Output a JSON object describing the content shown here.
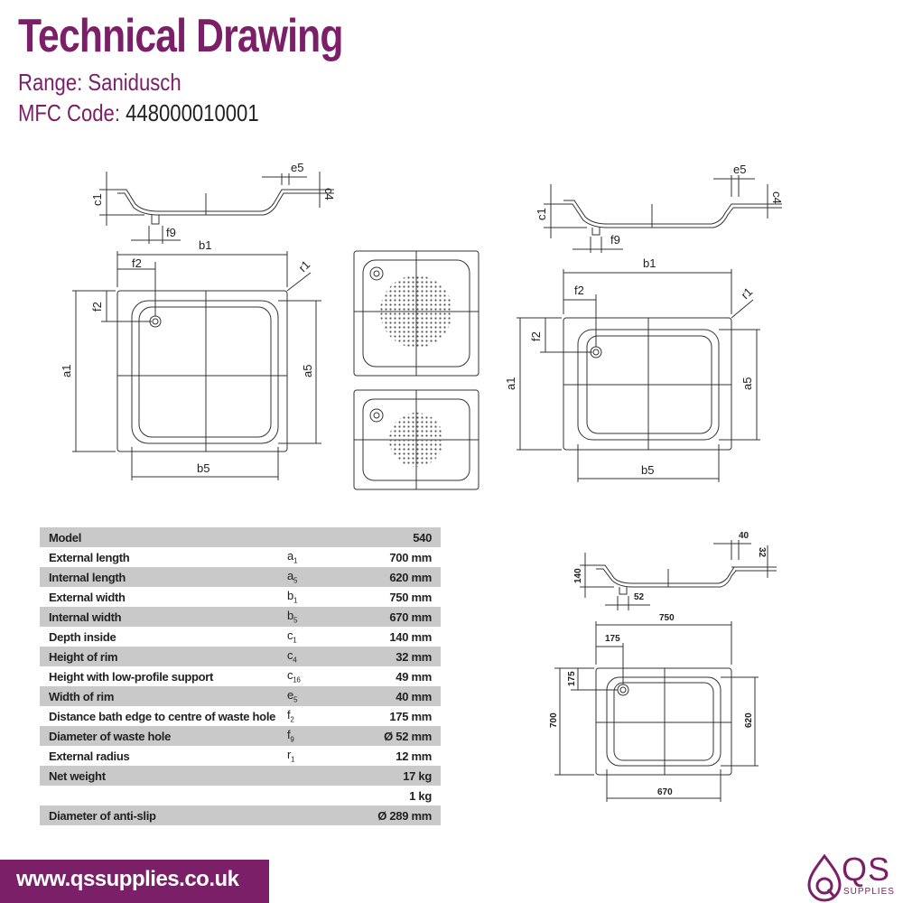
{
  "header": {
    "title": "Technical Drawing",
    "range_label": "Range:",
    "range_value": "Sanidusch",
    "mfc_label": "MFC Code:",
    "mfc_value": "448000010001"
  },
  "drawing_labels": {
    "c1": "c1",
    "c4": "c4",
    "e5": "e5",
    "f9": "f9",
    "b1": "b1",
    "b5": "b5",
    "f2": "f2",
    "a1": "a1",
    "a5": "a5",
    "r1": "r1"
  },
  "small_drawing": {
    "dim_40": "40",
    "dim_32": "32",
    "dim_140": "140",
    "dim_52": "52",
    "dim_750": "750",
    "dim_175a": "175",
    "dim_175b": "175",
    "dim_700": "700",
    "dim_620": "620",
    "dim_670": "670"
  },
  "spec_table": [
    {
      "label": "Model",
      "sym": "",
      "sub": "",
      "value": "540"
    },
    {
      "label": "External length",
      "sym": "a",
      "sub": "1",
      "value": "700 mm"
    },
    {
      "label": "Internal length",
      "sym": "a",
      "sub": "5",
      "value": "620 mm"
    },
    {
      "label": "External width",
      "sym": "b",
      "sub": "1",
      "value": "750 mm"
    },
    {
      "label": "Internal width",
      "sym": "b",
      "sub": "5",
      "value": "670 mm"
    },
    {
      "label": "Depth inside",
      "sym": "c",
      "sub": "1",
      "value": "140 mm"
    },
    {
      "label": "Height of rim",
      "sym": "c",
      "sub": "4",
      "value": "32 mm"
    },
    {
      "label": "Height with low-profile support",
      "sym": "c",
      "sub": "16",
      "value": "49 mm"
    },
    {
      "label": "Width of rim",
      "sym": "e",
      "sub": "5",
      "value": "40 mm"
    },
    {
      "label": "Distance bath edge to centre of waste hole",
      "sym": "f",
      "sub": "2",
      "value": "175 mm"
    },
    {
      "label": "Diameter of waste hole",
      "sym": "f",
      "sub": "9",
      "value": "Ø 52 mm"
    },
    {
      "label": "External radius",
      "sym": "r",
      "sub": "1",
      "value": "12 mm"
    },
    {
      "label": "Net weight",
      "sym": "",
      "sub": "",
      "value": "17 kg"
    },
    {
      "label": "",
      "sym": "",
      "sub": "",
      "value": "1 kg"
    },
    {
      "label": "Diameter of anti-slip",
      "sym": "",
      "sub": "",
      "value": "Ø 289 mm"
    }
  ],
  "footer": {
    "url": "www.qssupplies.co.uk"
  },
  "logo": {
    "text": "QS",
    "sub": "SUPPLIES"
  },
  "colors": {
    "brand": "#7b2068",
    "row_shade": "#c9c9c9"
  }
}
